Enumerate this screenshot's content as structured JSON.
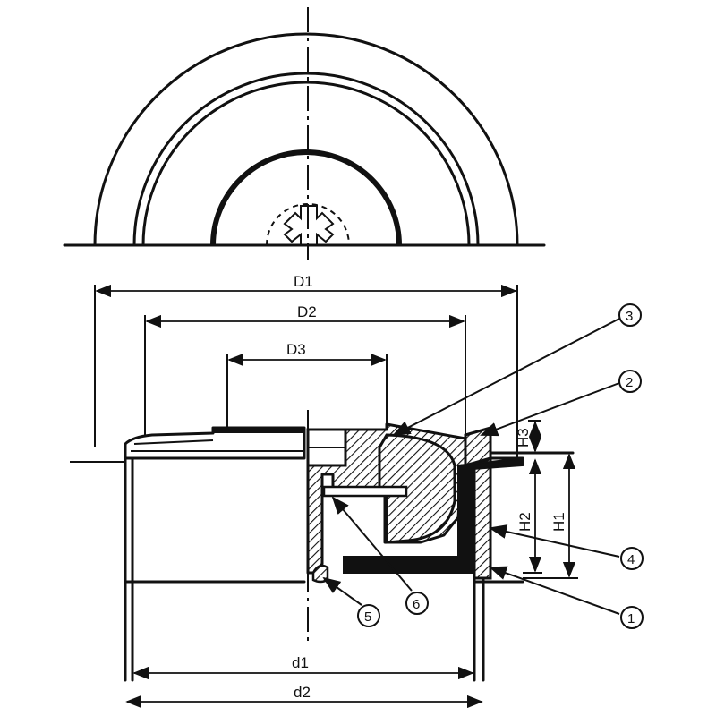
{
  "dimensions": {
    "D1": "D1",
    "D2": "D2",
    "D3": "D3",
    "H1": "H1",
    "H2": "H2",
    "H3": "H3",
    "d1": "d1",
    "d2": "d2"
  },
  "callouts": [
    "1",
    "2",
    "3",
    "4",
    "5",
    "6"
  ],
  "colors": {
    "line": "#111111",
    "background": "#ffffff",
    "solid_fill": "#111111"
  }
}
